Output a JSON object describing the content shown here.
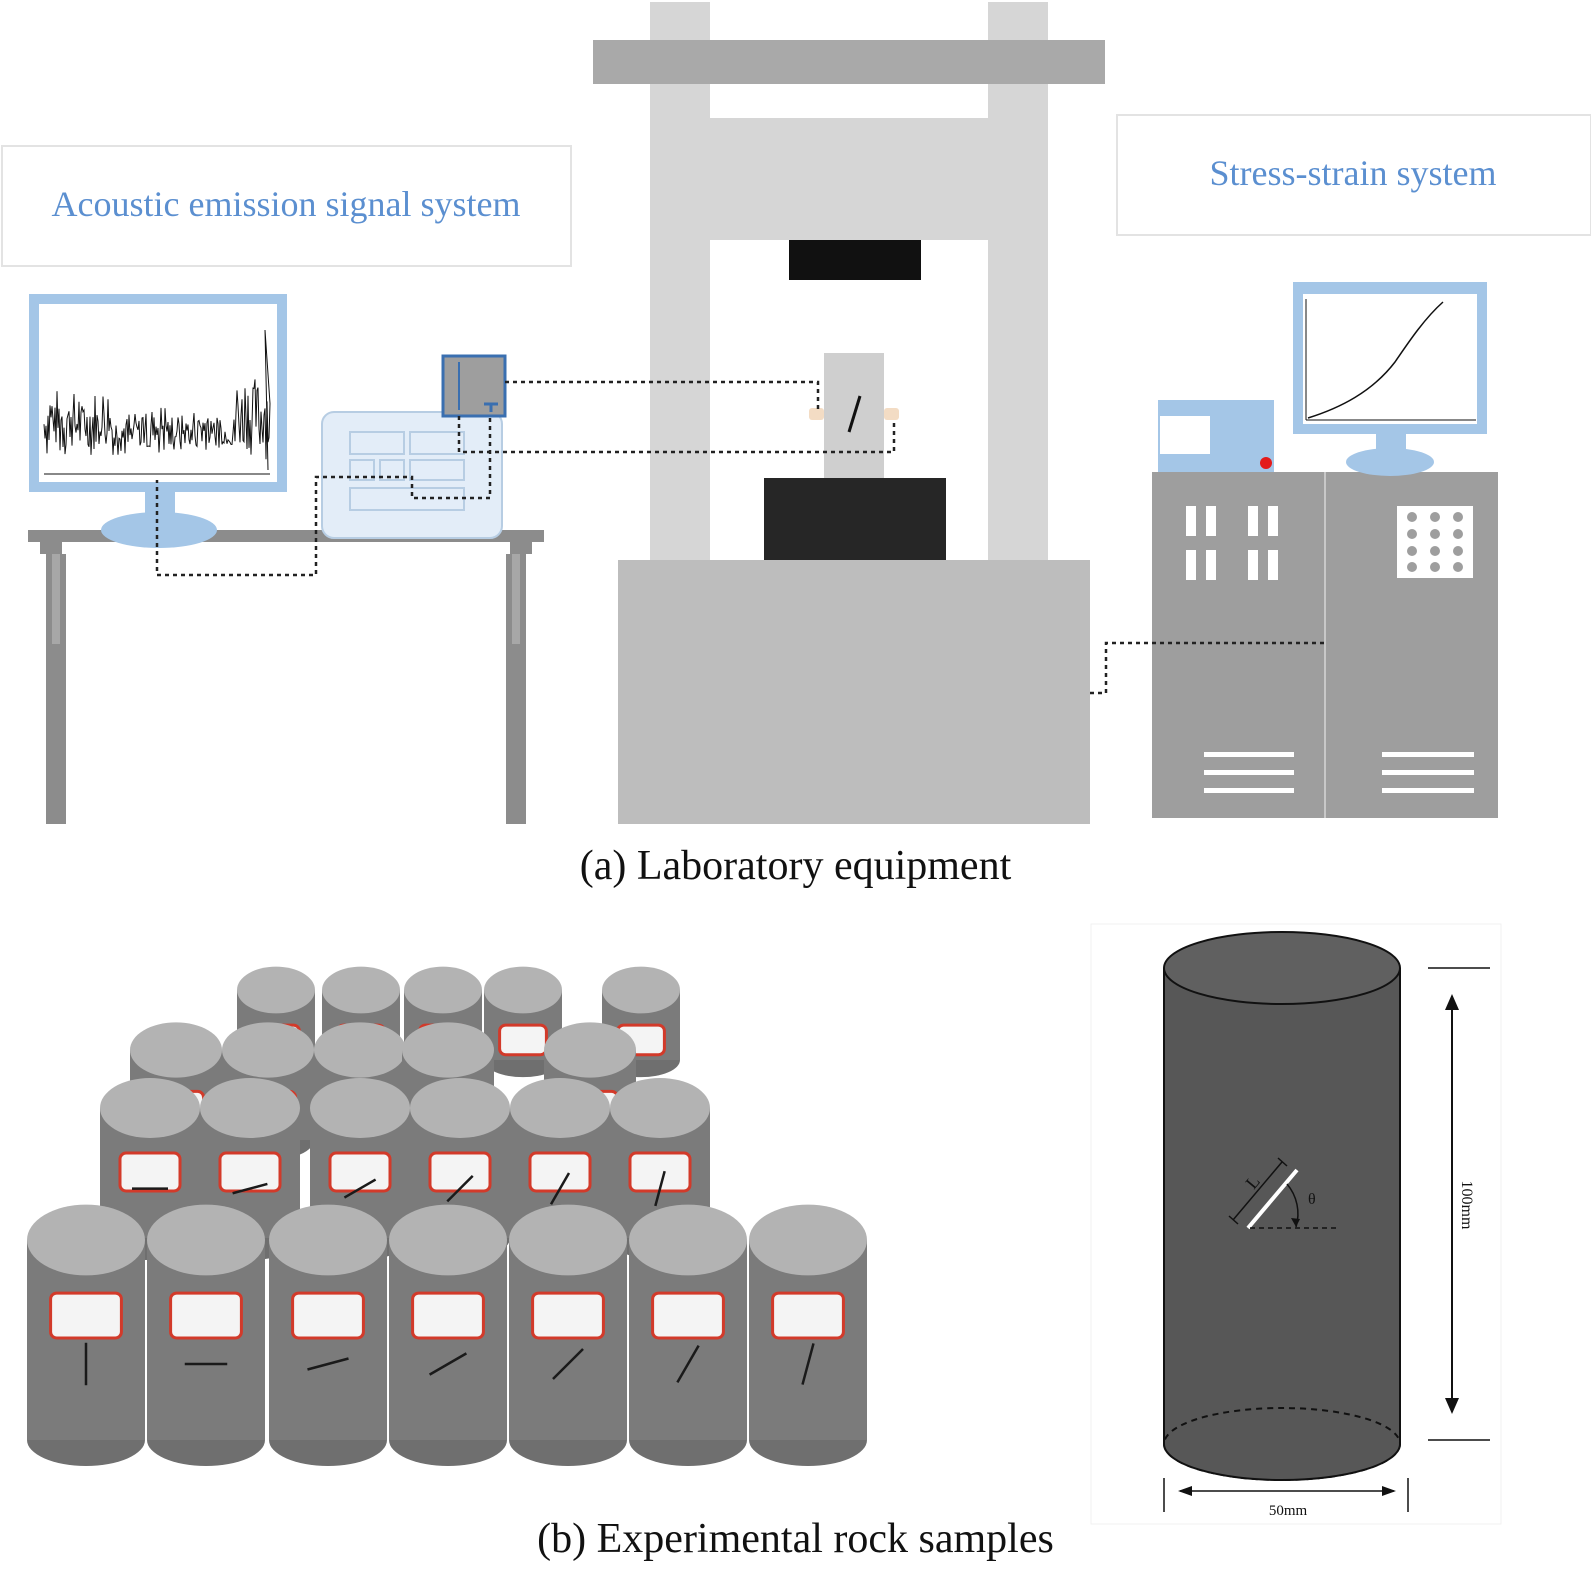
{
  "panel_a": {
    "caption": "(a) Laboratory equipment",
    "ae_label": "Acoustic emission signal system",
    "ss_label": "Stress-strain system"
  },
  "panel_b": {
    "caption": "(b) Experimental rock samples",
    "dim_length": "100mm",
    "dim_diameter": "50mm",
    "flaw_length_symbol": "L",
    "flaw_angle_symbol": "θ"
  },
  "colors": {
    "light_gray": "#d4d4d4",
    "mid_gray": "#bdbdbd",
    "dark_gray": "#a9a9a9",
    "cabinet_gray": "#9e9e9e",
    "screen_blue": "#a4c6e7",
    "label_blue": "#5b8fd0",
    "specimen_dark": "#575757"
  }
}
